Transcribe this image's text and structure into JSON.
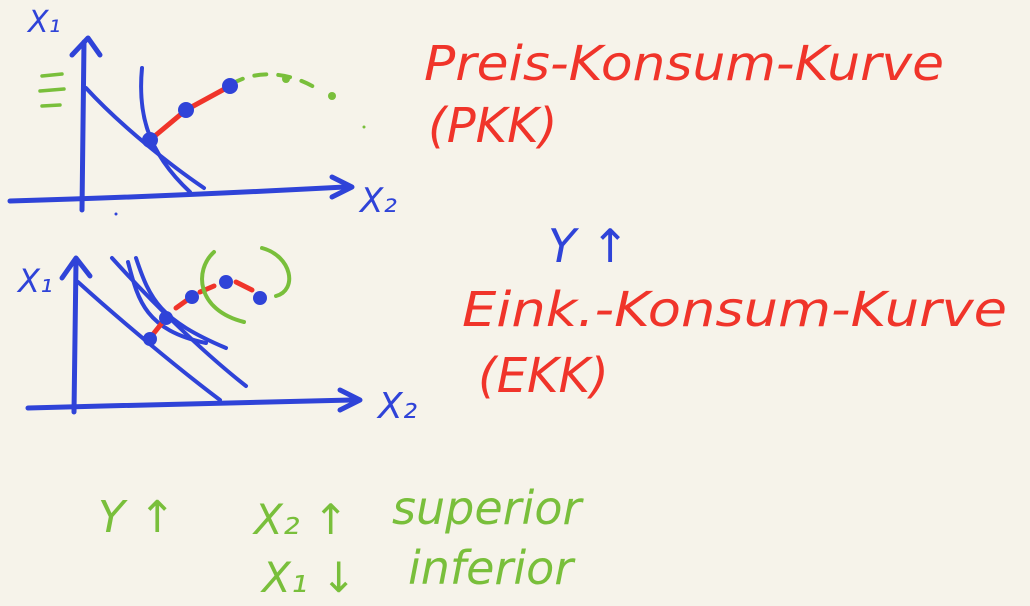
{
  "colors": {
    "background": "#f6f3ea",
    "blue": "#2f43d8",
    "red": "#f0342a",
    "green": "#79bf3b"
  },
  "diagram_top": {
    "y_axis_label": "X₁",
    "x_axis_label": "X₂",
    "title_line1": "Preis-Konsum-Kurve",
    "title_line2": "(PKK)"
  },
  "middle_note": {
    "text": "Y ↑"
  },
  "diagram_bottom": {
    "y_axis_label": "X₁",
    "x_axis_label": "X₂",
    "title_line1": "Eink.-Konsum-Kurve",
    "title_line2": "(EKK)"
  },
  "bottom_note": {
    "left": "Y ↑",
    "x2_text": "X₂ ↑",
    "x2_label": "superior",
    "x1_text": "X₁ ↓",
    "x1_label": "inferior"
  }
}
